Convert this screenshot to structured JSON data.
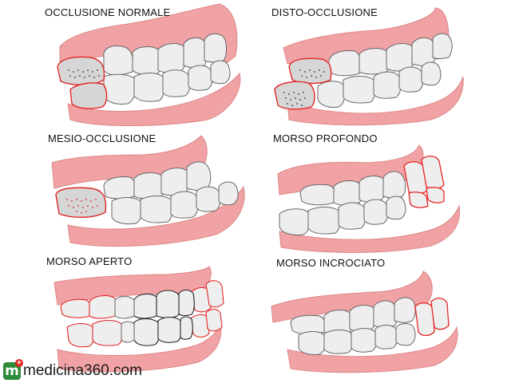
{
  "panels": [
    {
      "id": "normal",
      "title": "OCCLUSIONE NORMALE"
    },
    {
      "id": "disto",
      "title": "DISTO-OCCLUSIONE"
    },
    {
      "id": "mesio",
      "title": "MESIO-OCCLUSIONE"
    },
    {
      "id": "deep",
      "title": "MORSO PROFONDO"
    },
    {
      "id": "open",
      "title": "MORSO APERTO"
    },
    {
      "id": "cross",
      "title": "MORSO INCROCIATO"
    }
  ],
  "logo": {
    "text": "medicina360.com",
    "mark": "m"
  },
  "colors": {
    "gum": "#f1a2a4",
    "gum_dark": "#e88f93",
    "tooth": "#eeeeee",
    "tooth_outline": "#555555",
    "highlight": "#e32626",
    "dot": "#333333",
    "logo_green": "#2e8b3a",
    "logo_red": "#e2231a"
  }
}
